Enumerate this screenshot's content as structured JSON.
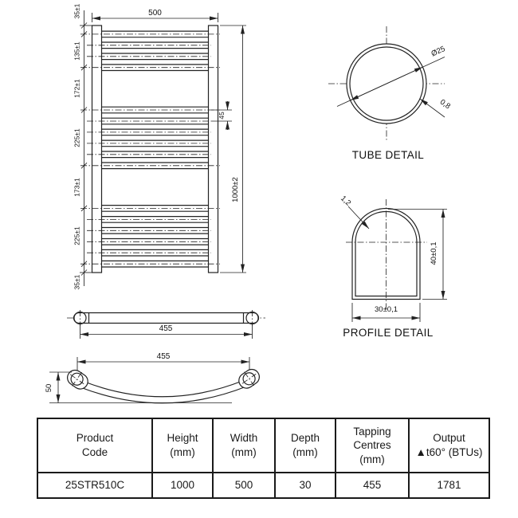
{
  "front_view": {
    "width_label": "500",
    "height_label": "1000±2",
    "bar_gap_label": "45",
    "chain": [
      "35±1",
      "135±1",
      "172±1",
      "225±1",
      "173±1",
      "225±1",
      "35±1"
    ]
  },
  "tube_detail": {
    "title": "TUBE DETAIL",
    "diameter_label": "Ø25",
    "wall_label": "0,8"
  },
  "profile_detail": {
    "title": "PROFILE DETAIL",
    "wall_label": "1,2",
    "height_label": "40±0,1",
    "width_label": "30±0,1"
  },
  "top_view": {
    "centres_label": "455"
  },
  "curved_view": {
    "centres_label": "455",
    "bow_label": "50"
  },
  "table": {
    "headers": [
      {
        "l1": "Product",
        "l2": "Code"
      },
      {
        "l1": "Height",
        "l2": "(mm)"
      },
      {
        "l1": "Width",
        "l2": "(mm)"
      },
      {
        "l1": "Depth",
        "l2": "(mm)"
      },
      {
        "l1": "Tapping",
        "l2": "Centres",
        "l3": "(mm)"
      },
      {
        "l1": "Output",
        "l2": "▲t60° (BTUs)"
      }
    ],
    "row": {
      "product_code": "25STR510C",
      "height": "1000",
      "width": "500",
      "depth": "30",
      "tapping_centres": "455",
      "output": "1781"
    }
  }
}
